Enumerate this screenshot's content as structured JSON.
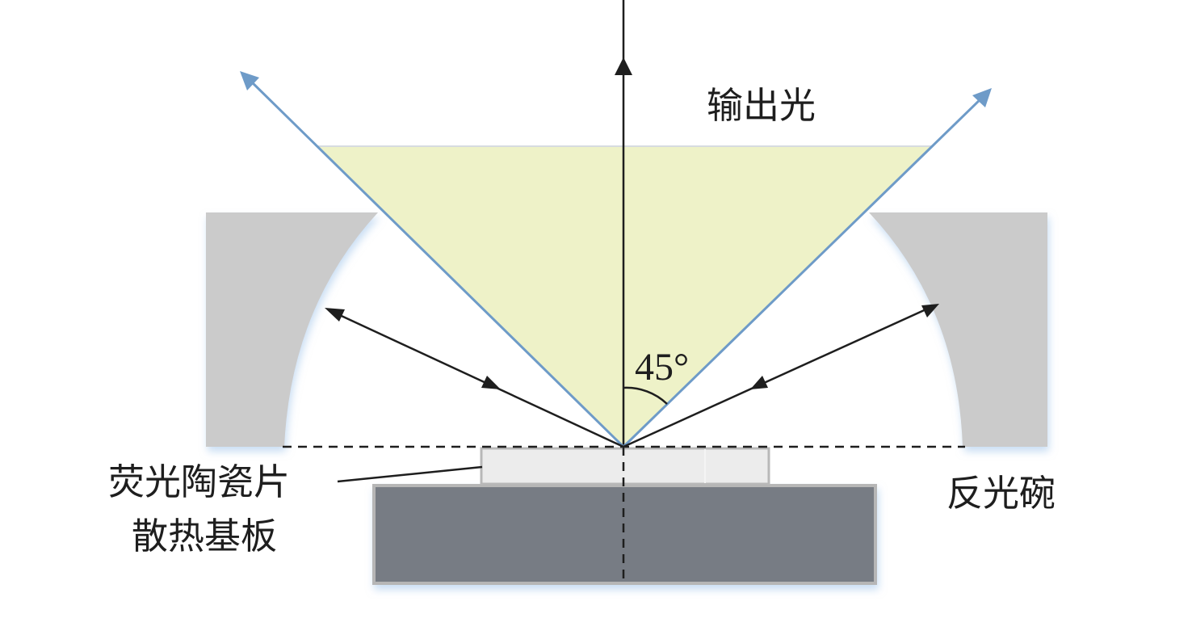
{
  "labels": {
    "output_light": "输出光",
    "angle": "45°",
    "ceramic": "荧光陶瓷片",
    "substrate": "散热基板",
    "reflector": "反光碗"
  },
  "colors": {
    "cone_fill": "#eef2c8",
    "cone_edge": "#6e9bc8",
    "reflector": "#cbcbcb",
    "ceramic_fill": "#ececec",
    "ceramic_border": "#b8b8b8",
    "substrate_fill": "#777b84",
    "substrate_border": "#b6b6b6",
    "line": "#1e1e1e"
  }
}
